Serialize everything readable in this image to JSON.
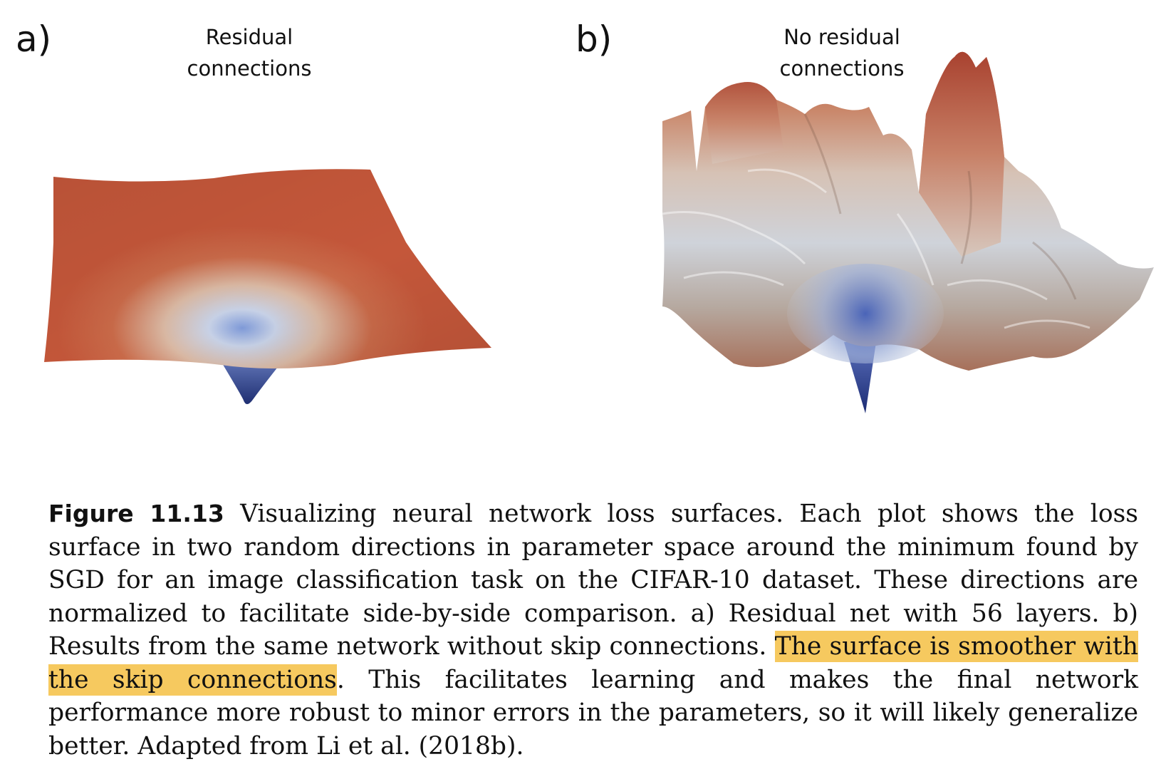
{
  "panels": {
    "a": {
      "letter": "a)",
      "title": "Residual\nconnections"
    },
    "b": {
      "letter": "b)",
      "title": "No residual\nconnections"
    }
  },
  "caption": {
    "label": "Figure 11.13",
    "text_1": "Visualizing neural network loss surfaces. Each plot shows the loss surface in two random directions in parameter space around the minimum found by SGD for an image classification task on the CIFAR-10 dataset. These direc­tions are normalized to facilitate side-by-side comparison. a) Residual net with 56 layers. b) Results from the same network without skip connections.",
    "highlight": "The surface is smoother with the skip connections",
    "text_2": ". This facilitates learning and makes the final network performance more robust to minor errors in the parameters, so it will likely generalize better. Adapted from Li et al. (2018b)."
  },
  "colors": {
    "surface_red": "#c4573a",
    "surface_pale": "#e6e2dd",
    "surface_blue": "#2c3f8a",
    "highlight": "#f6c95f"
  }
}
